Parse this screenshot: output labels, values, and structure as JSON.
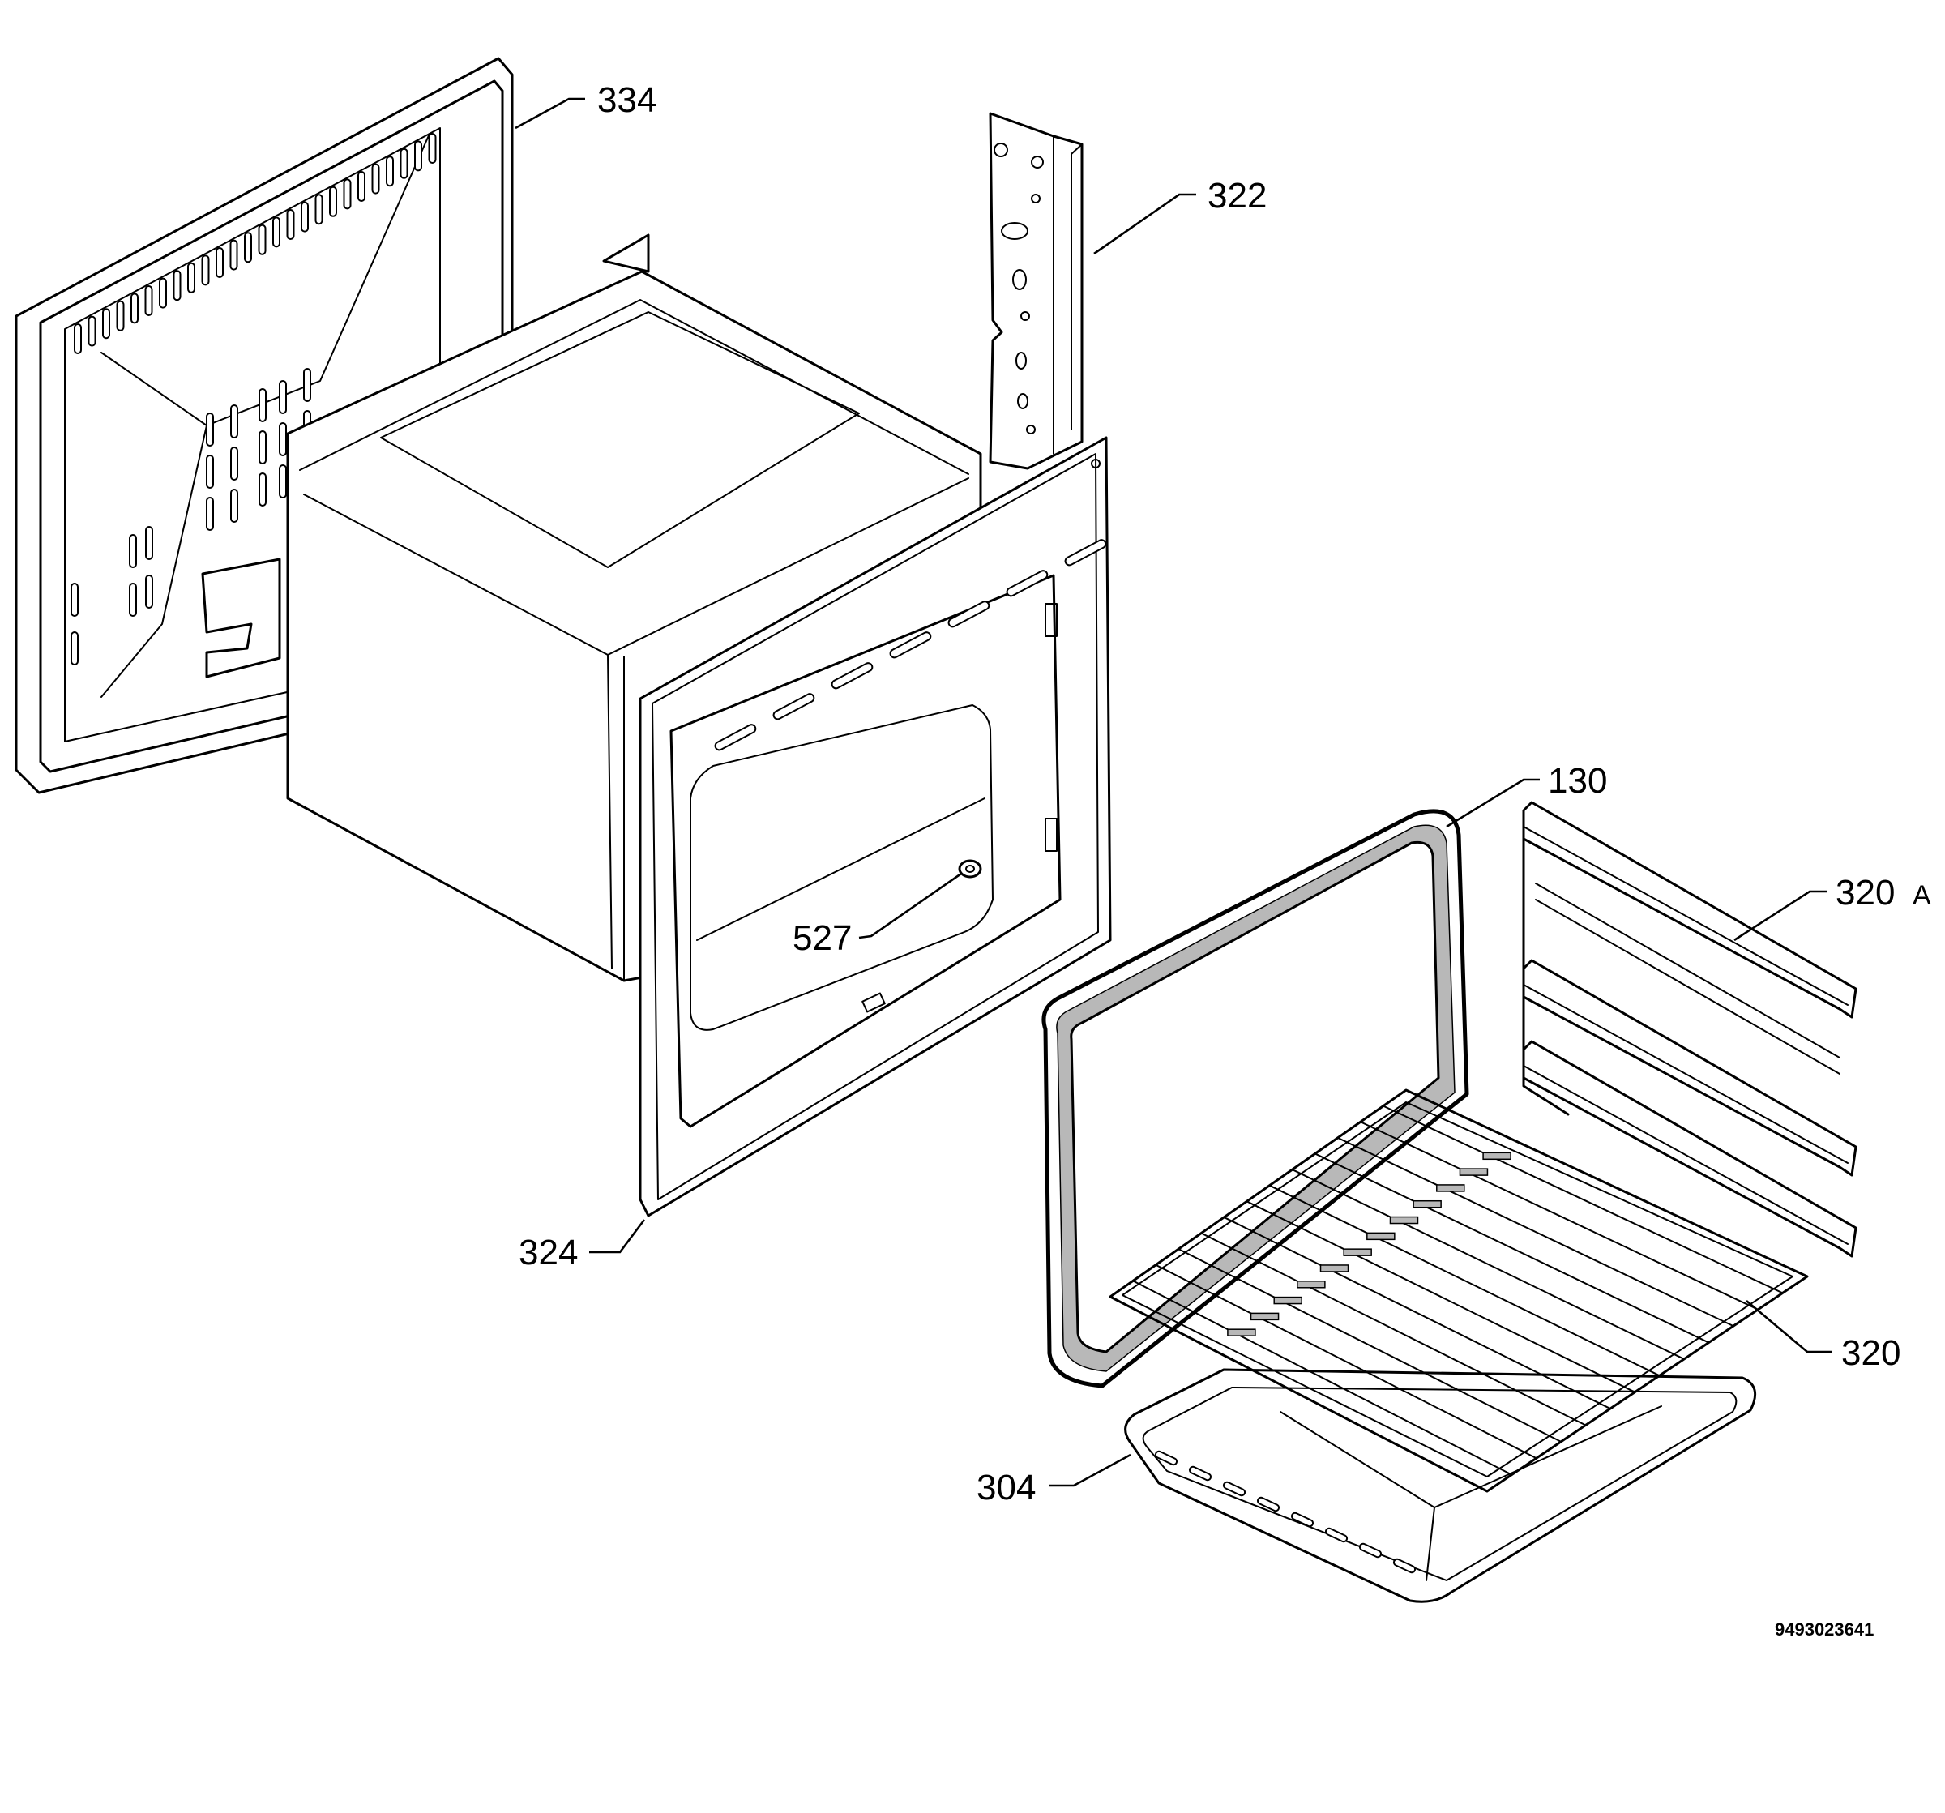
{
  "labels": {
    "back_panel": "334",
    "side_rail": "322",
    "front_frame": "324",
    "door_seal": "130",
    "shelf_guide": "320",
    "shelf_guide_suffix": "A",
    "wire_rack": "320",
    "clip": "527",
    "drip_tray": "304"
  },
  "document_number": "9493023641"
}
